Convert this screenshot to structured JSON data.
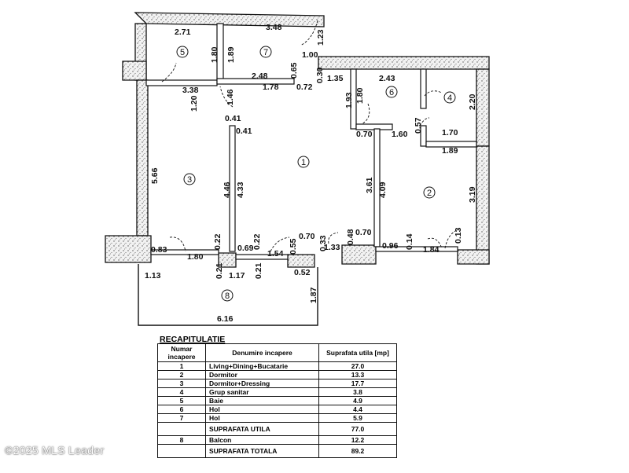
{
  "plan": {
    "rooms": {
      "r1": "1",
      "r2": "2",
      "r3": "3",
      "r4": "4",
      "r5": "5",
      "r6": "6",
      "r7": "7",
      "r8": "8"
    },
    "dims": {
      "d271": "2.71",
      "d348": "3.48",
      "d123": "1.23",
      "d180a": "1.80",
      "d189": "1.89",
      "d100": "1.00",
      "d065": "0.65",
      "d248": "2.48",
      "d178": "1.78",
      "d072": "0.72",
      "d030": "0.30",
      "d135": "1.35",
      "d243": "2.43",
      "d338": "3.38",
      "d120": "1.20",
      "d146": "1.46",
      "d041a": "0.41",
      "d041b": "0.41",
      "d193": "1.93",
      "d180b": "1.80",
      "d220": "2.20",
      "d057": "0.57",
      "d170": "1.70",
      "d070a": "0.70",
      "d160": "1.60",
      "d189b": "1.89",
      "d566": "5.66",
      "d446": "4.46",
      "d433": "4.33",
      "d361": "3.61",
      "d409": "4.09",
      "d319": "3.19",
      "d083": "0.83",
      "d022a": "0.22",
      "d069": "0.69",
      "d022b": "0.22",
      "d055": "0.55",
      "d070b": "0.70",
      "d033": "0.33",
      "d048": "0.48",
      "d070c": "0.70",
      "d014": "0.14",
      "d013": "0.13",
      "d180c": "1.80",
      "d154": "1.54",
      "d133": "1.33",
      "d096": "0.96",
      "d184": "1.84",
      "d113": "1.13",
      "d021a": "0.21",
      "d117": "1.17",
      "d021b": "0.21",
      "d052": "0.52",
      "d187": "1.87",
      "d616": "6.16"
    }
  },
  "recap": {
    "title": "RECAPITULATIE",
    "headers": {
      "num": "Numar incapere",
      "name": "Denumire incapere",
      "area": "Suprafata utila [mp]"
    },
    "rows": [
      {
        "n": "1",
        "name": "Living+Dining+Bucatarie",
        "v": "27.0"
      },
      {
        "n": "2",
        "name": "Dormitor",
        "v": "13.3"
      },
      {
        "n": "3",
        "name": "Dormitor+Dressing",
        "v": "17.7"
      },
      {
        "n": "4",
        "name": "Grup sanitar",
        "v": "3.8"
      },
      {
        "n": "5",
        "name": "Baie",
        "v": "4.9"
      },
      {
        "n": "6",
        "name": "Hol",
        "v": "4.4"
      },
      {
        "n": "7",
        "name": "Hol",
        "v": "5.9"
      }
    ],
    "util": {
      "label": "SUPRAFATA UTILA",
      "v": "77.0"
    },
    "balcon": {
      "n": "8",
      "name": "Balcon",
      "v": "12.2"
    },
    "total": {
      "label": "SUPRAFATA TOTALA",
      "v": "89.2"
    }
  },
  "watermark": "©2025 MLS Leader"
}
